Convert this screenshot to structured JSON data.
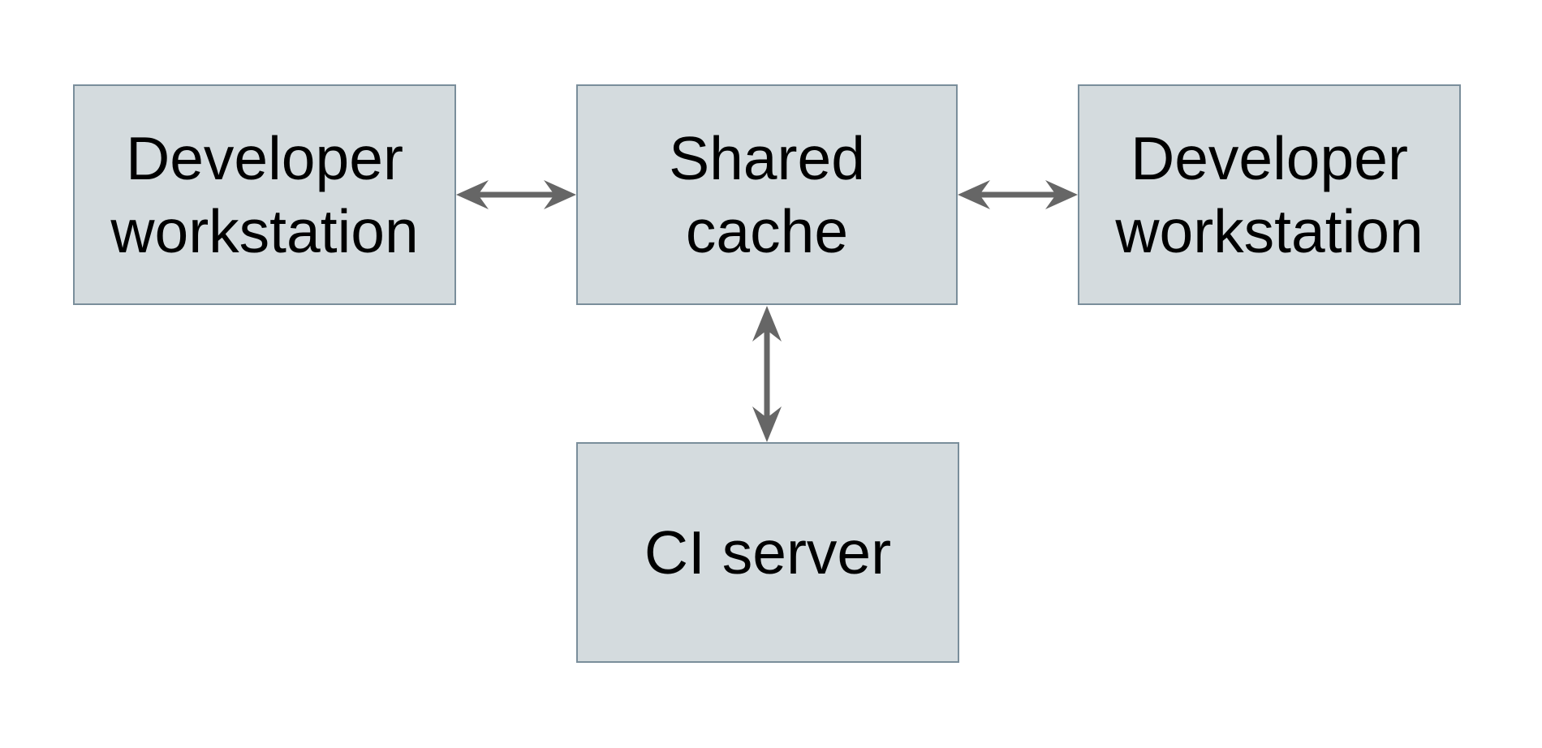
{
  "diagram": {
    "type": "architecture-diagram",
    "background": "#ffffff",
    "nodes": [
      {
        "id": "dev-workstation-left",
        "label": "Developer workstation"
      },
      {
        "id": "shared-cache",
        "label": "Shared cache"
      },
      {
        "id": "dev-workstation-right",
        "label": "Developer workstation"
      },
      {
        "id": "ci-server",
        "label": "CI server"
      }
    ],
    "edges": [
      {
        "from": "dev-workstation-left",
        "to": "shared-cache",
        "direction": "bidirectional",
        "orientation": "horizontal"
      },
      {
        "from": "shared-cache",
        "to": "dev-workstation-right",
        "direction": "bidirectional",
        "orientation": "horizontal"
      },
      {
        "from": "shared-cache",
        "to": "ci-server",
        "direction": "bidirectional",
        "orientation": "vertical"
      }
    ],
    "colors": {
      "node_fill": "#d4dbde",
      "node_border": "#7a8e9b",
      "arrow": "#666666",
      "text": "#000000",
      "background": "#ffffff"
    }
  }
}
